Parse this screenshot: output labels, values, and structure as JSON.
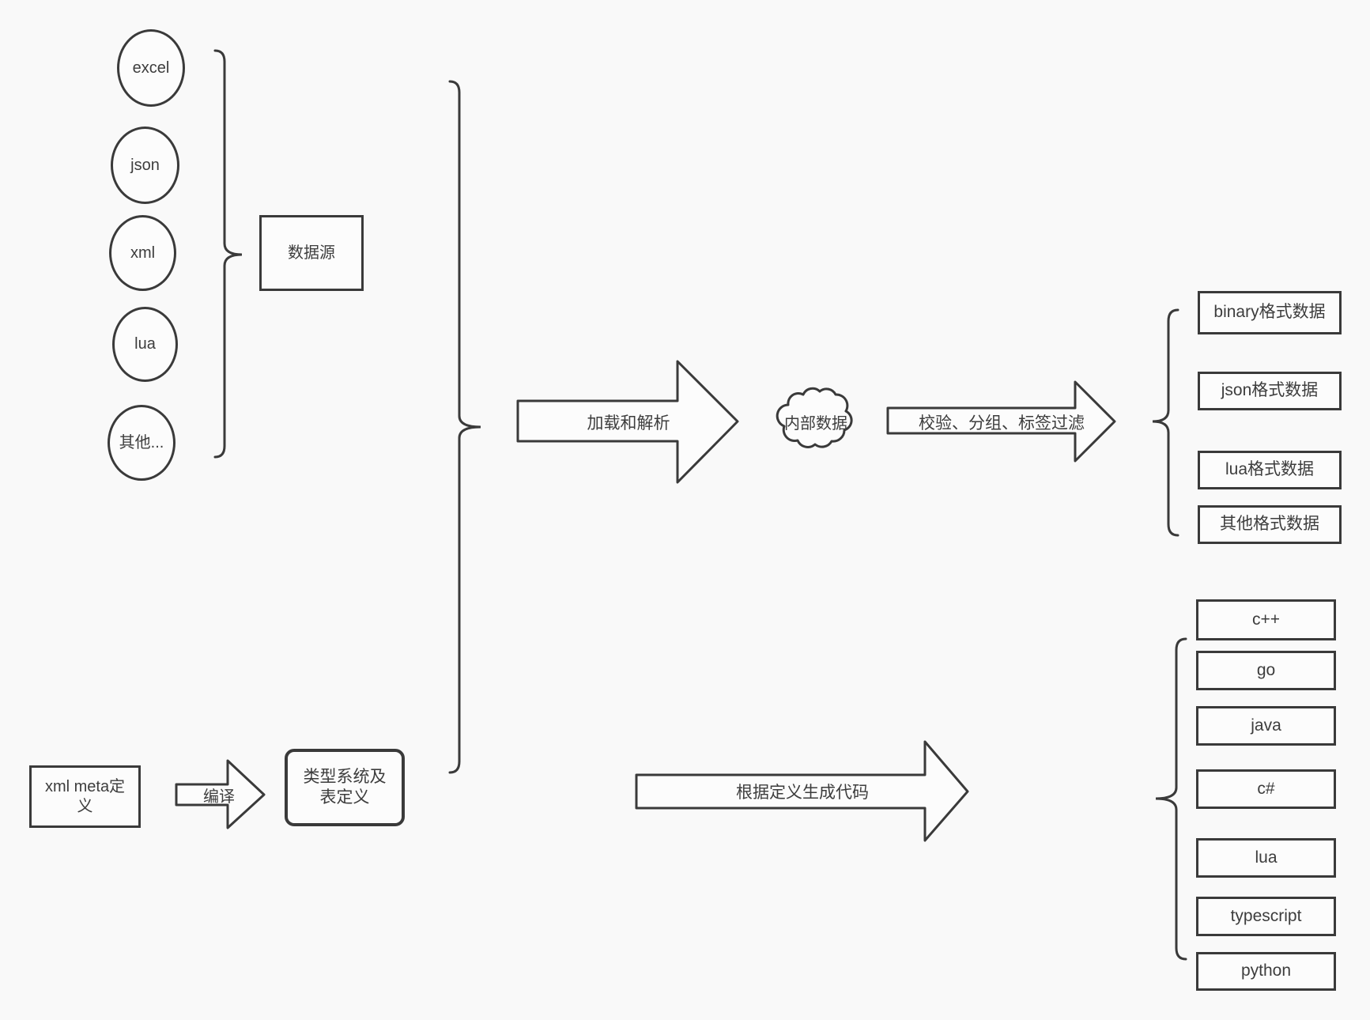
{
  "canvas": {
    "background": "#f9f9f9",
    "stroke": "#3a3a3a",
    "fill": "#fcfcfc",
    "text_color": "#3d3d3d"
  },
  "sources": {
    "items": [
      "excel",
      "json",
      "xml",
      "lua",
      "其他..."
    ],
    "group_label": "数据源"
  },
  "pipeline": {
    "load_parse_label": "加载和解析",
    "internal_data_label": "内部数据",
    "filter_label": "校验、分组、标签过滤",
    "generate_label": "根据定义生成代码",
    "compile_label": "编译"
  },
  "definitions": {
    "xml_meta_label": "xml meta定义",
    "type_system_label": "类型系统及表定义"
  },
  "output_formats": [
    "binary格式数据",
    "json格式数据",
    "lua格式数据",
    "其他格式数据"
  ],
  "languages": [
    "c++",
    "go",
    "java",
    "c#",
    "lua",
    "typescript",
    "python"
  ]
}
